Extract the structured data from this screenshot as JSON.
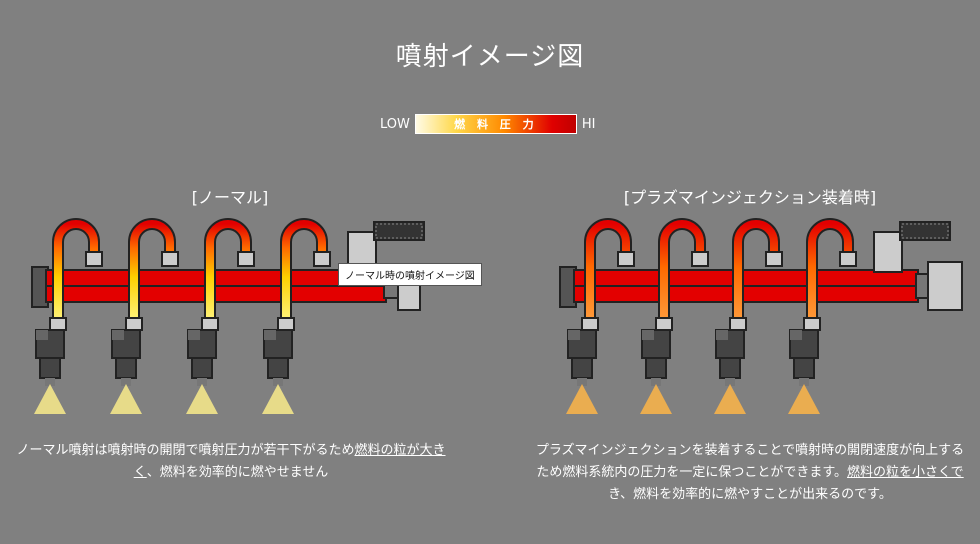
{
  "title": "噴射イメージ図",
  "legend": {
    "low": "LOW",
    "label": "燃 料 圧 力",
    "high": "HI"
  },
  "normal": {
    "heading": "[ノーマル]",
    "tooltip": "ノーマル時の噴射イメージ図",
    "desc_a": "ノーマル噴射は噴射時の開閉で噴射圧力が若干下がるため",
    "desc_u": "燃料の粒が大き",
    "desc_u2": "く",
    "desc_b": "、燃料を効率的に燃やせません"
  },
  "plasma": {
    "heading": "[プラズマインジェクション装着時]",
    "desc_a": "プラズマインジェクションを装着することで噴射時の開閉速度が向上する",
    "desc_b": "ため燃料系統内の圧力を一定に保つことができます。",
    "desc_u": "燃料の粒を小さくで",
    "desc_c": "き、燃料を効率的に燃やすことが出来るのです。"
  },
  "colors": {
    "background": "#808080",
    "rail_red": "#e30000",
    "pipe_yellow": "#ffe14a",
    "spray_normal": "#f2e48a",
    "spray_plasma": "#f5b14a"
  }
}
